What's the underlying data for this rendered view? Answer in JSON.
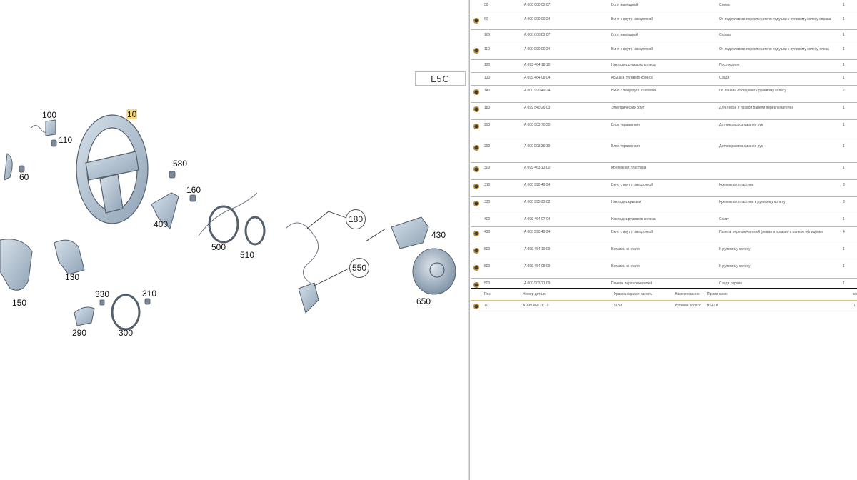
{
  "diagram": {
    "lsc_button": "L5C",
    "callouts": [
      "100",
      "10",
      "110",
      "60",
      "580",
      "160",
      "400",
      "500",
      "510",
      "150",
      "130",
      "330",
      "310",
      "290",
      "300",
      "430",
      "650"
    ],
    "bubbles": [
      "180",
      "550"
    ],
    "selected_callout": "10"
  },
  "parts_list": {
    "rows": [
      {
        "pos": "50",
        "number": "A 000 000 02 07",
        "name": "Болт накладной",
        "note": "Слева",
        "qty": "1",
        "indicator": false
      },
      {
        "pos": "60",
        "number": "A 000 990 00 24",
        "name": "Винт с внутр. звездочкой",
        "note": "От подрулевого переключателя подушки к рулевому колесу справа",
        "qty": "1",
        "indicator": true
      },
      {
        "pos": "100",
        "number": "A 000 000 02 07",
        "name": "Болт накладной",
        "note": "Справа",
        "qty": "1",
        "indicator": false
      },
      {
        "pos": "110",
        "number": "A 000 990 00 24",
        "name": "Винт с внутр. звездочкой",
        "note": "От подрулевого переключателя подушки к рулевому колесу слева",
        "qty": "1",
        "indicator": true
      },
      {
        "pos": "120",
        "number": "A 099 464 18 10",
        "name": "Накладка рулевого колеса",
        "note": "Посередине",
        "qty": "1",
        "indicator": false
      },
      {
        "pos": "130",
        "number": "A 099 464 08 04",
        "name": "Крышка рулевого колеса",
        "note": "Сзади",
        "qty": "1",
        "indicator": false
      },
      {
        "pos": "140",
        "number": "A 000 990 49 24",
        "name": "Винт с полукругл. головкой",
        "note": "От панели облицовки к рулевому колесу",
        "qty": "2",
        "indicator": true
      },
      {
        "pos": "180",
        "number": "A 099 540 26 03",
        "name": "Электрический жгут",
        "note": "Для левой и правой панели переключателей",
        "qty": "1",
        "indicator": true
      },
      {
        "pos": "290",
        "number": "A 000 903 70 30",
        "name": "Блок управления",
        "note": "Датчик распознавания рук",
        "qty": "1",
        "indicator": true
      },
      {
        "pos": "290",
        "number": "A 000 903 39 39",
        "name": "Блок управления",
        "note": "Датчик распознавания рук",
        "qty": "1",
        "indicator": true
      },
      {
        "pos": "300",
        "number": "A 099 463 13 00",
        "name": "Крепежная пластина",
        "note": "",
        "qty": "1",
        "indicator": true
      },
      {
        "pos": "310",
        "number": "A 000 990 49 24",
        "name": "Винт с внутр. звездочкой",
        "note": "Крепежная пластина",
        "qty": "3",
        "indicator": true
      },
      {
        "pos": "330",
        "number": "A 000 993 93 02",
        "name": "Накладка крышки",
        "note": "Крепежная пластина к рулевому колесу",
        "qty": "3",
        "indicator": true
      },
      {
        "pos": "400",
        "number": "A 099 464 07 04",
        "name": "Накладка рулевого колеса",
        "note": "Снизу",
        "qty": "1",
        "indicator": false
      },
      {
        "pos": "430",
        "number": "A 000 990 49 24",
        "name": "Винт с внутр. звездочкой",
        "note": "Панель переключателей (левая и правая) к панели облицовки",
        "qty": "4",
        "indicator": true
      },
      {
        "pos": "500",
        "number": "A 099 464 19 09",
        "name": "Вставка из стали",
        "note": "К рулевому колесу",
        "qty": "1",
        "indicator": true
      },
      {
        "pos": "500",
        "number": "A 099 464 08 09",
        "name": "Вставка из стали",
        "note": "К рулевому колесу",
        "qty": "1",
        "indicator": true
      },
      {
        "pos": "500",
        "number": "A 000 903 21 09",
        "name": "Панель переключателей",
        "note": "Сзади справа",
        "qty": "1",
        "indicator": true
      }
    ]
  },
  "selected_table": {
    "headers": {
      "pos": "Поз.",
      "number": "Номер детали",
      "color": "Краска окраски панель",
      "name": "Наименование",
      "note": "Примечание",
      "qty": "ко"
    },
    "row": {
      "pos": "10",
      "number": "A 099 460 28 10",
      "color": "9L58",
      "name": "Рулевое колесо",
      "note": "BLACK",
      "qty": "1"
    }
  },
  "colors": {
    "selection": "#f7dd85",
    "indicator_ring": "#c79a3a"
  }
}
